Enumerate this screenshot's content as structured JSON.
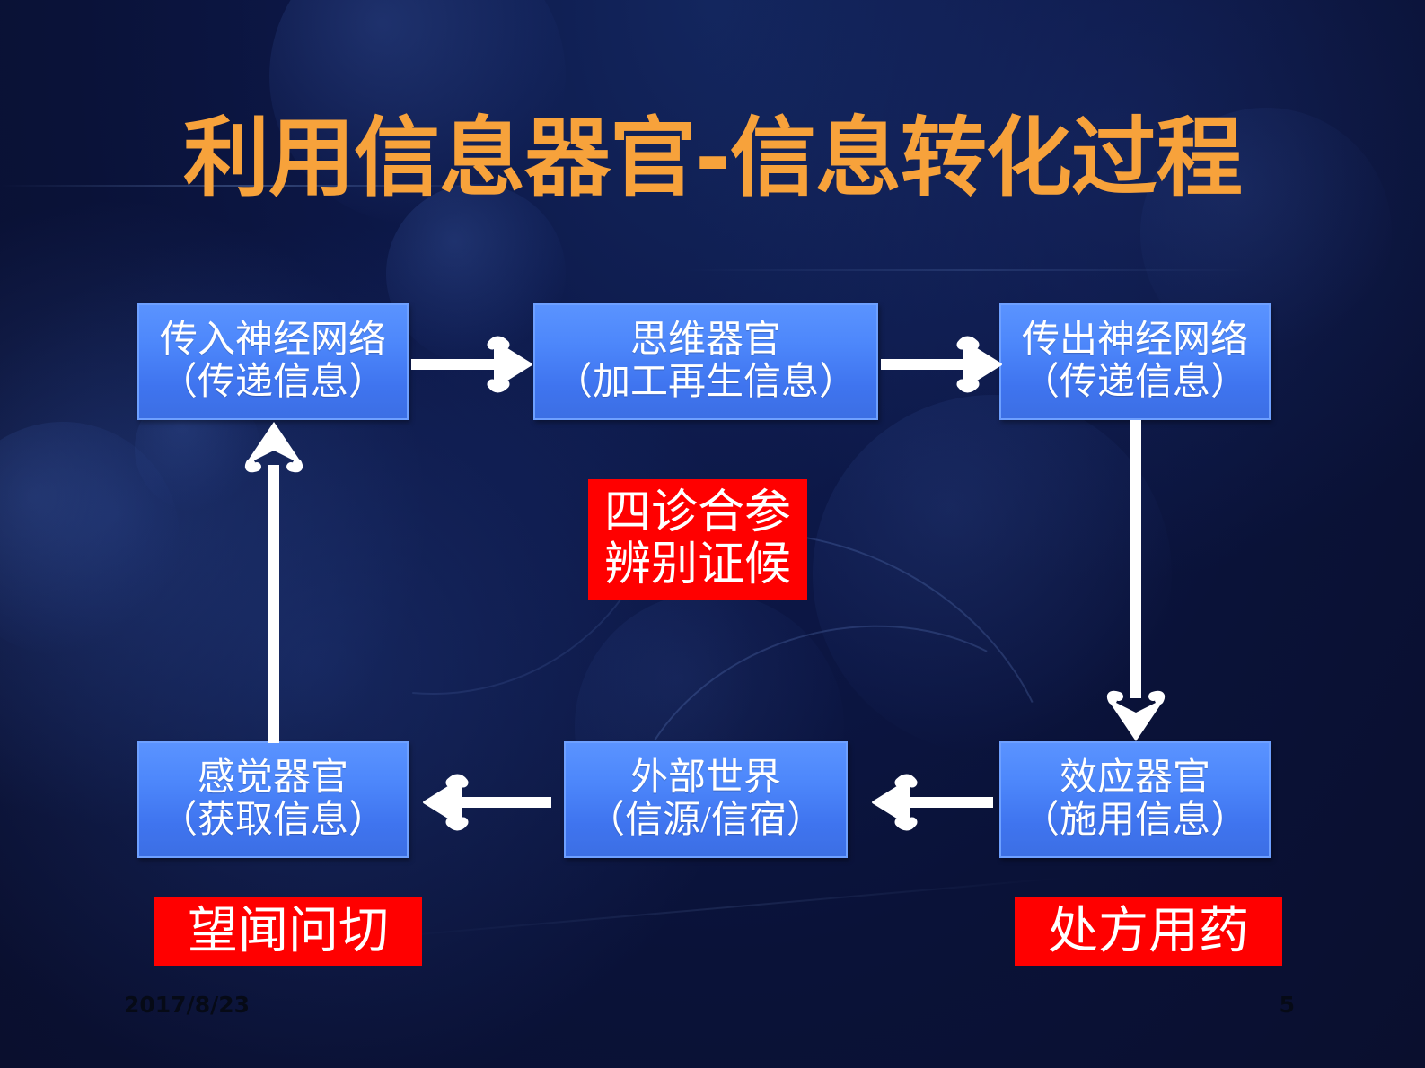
{
  "slide": {
    "title": "利用信息器官-信息转化过程",
    "title_color": "#F7A23B",
    "background_color": "#0a1238",
    "node_color": "#4d87fb",
    "accent_color": "#FF0000"
  },
  "nodes": {
    "afferent": {
      "line1": "传入神经网络",
      "line2": "（传递信息）"
    },
    "thinking": {
      "line1": "思维器官",
      "line2": "（加工再生信息）"
    },
    "efferent": {
      "line1": "传出神经网络",
      "line2": "（传递信息）"
    },
    "sensory": {
      "line1": "感觉器官",
      "line2": "（获取信息）"
    },
    "external": {
      "line1": "外部世界",
      "line2": "（信源/信宿）"
    },
    "effector": {
      "line1": "效应器官",
      "line2": "（施用信息）"
    }
  },
  "labels": {
    "sizhen": {
      "line1": "四诊合参",
      "line2": "辨别证候"
    },
    "wangwen": {
      "line1": "望闻问切"
    },
    "chufang": {
      "line1": "处方用药"
    }
  },
  "arrows": [
    {
      "name": "afferent-to-thinking",
      "direction": "right"
    },
    {
      "name": "thinking-to-efferent",
      "direction": "right"
    },
    {
      "name": "efferent-to-effector",
      "direction": "down"
    },
    {
      "name": "effector-to-external",
      "direction": "left"
    },
    {
      "name": "external-to-sensory",
      "direction": "left"
    },
    {
      "name": "sensory-to-afferent",
      "direction": "up"
    }
  ],
  "footer": {
    "date": "2017/8/23",
    "page_number": "5"
  }
}
